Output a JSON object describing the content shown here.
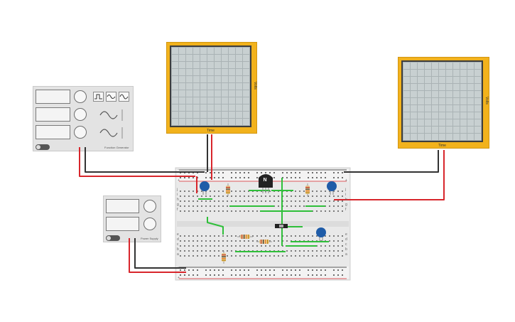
{
  "canvas": {
    "background": "#ffffff"
  },
  "function_generator": {
    "waveform_icons": [
      "square-wave-icon",
      "triangle-wave-icon",
      "sine-wave-icon"
    ],
    "power_switch": "on",
    "footer_label": "Function Generator"
  },
  "power_supply": {
    "power_switch": "on",
    "footer_label": "Power Supply"
  },
  "oscilloscopes": [
    {
      "axis_label": "Volts",
      "time_label": "Time"
    },
    {
      "axis_label": "Volts",
      "time_label": "Time"
    }
  ],
  "breadboard": {
    "row_letters_top": [
      "j",
      "i",
      "h",
      "g",
      "f"
    ],
    "row_letters_bottom": [
      "e",
      "d",
      "c",
      "b",
      "a"
    ],
    "rail_plus": "+",
    "rail_minus": "-"
  },
  "transistor": {
    "label": "N"
  },
  "colors": {
    "wire_red": "#d8262c",
    "wire_black": "#333333",
    "jumper_green": "#2fbf3a",
    "capacitor_blue": "#1f5ca8",
    "scope_frame": "#f2b21c",
    "board": "#e9e9e9"
  }
}
